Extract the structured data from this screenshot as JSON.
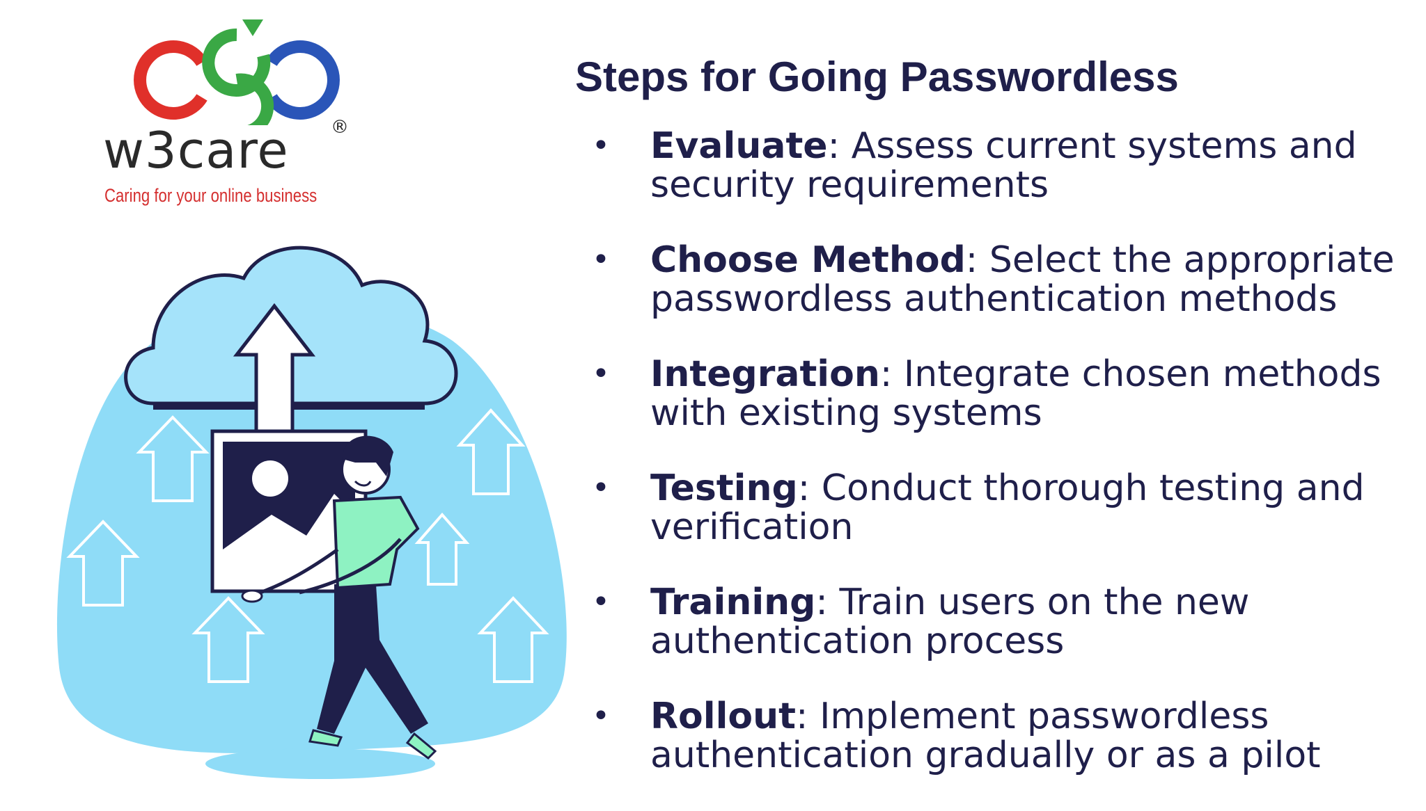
{
  "logo": {
    "brand_text": "w3care",
    "registered_mark": "®",
    "tagline": "Caring for your online business"
  },
  "title": "Steps for Going Passwordless",
  "steps": [
    {
      "term": "Evaluate",
      "description": ": Assess current systems and security requirements"
    },
    {
      "term": "Choose Method",
      "description": ": Select the appropriate passwordless authentication methods"
    },
    {
      "term": "Integration",
      "description": ": Integrate chosen methods with existing systems"
    },
    {
      "term": "Testing",
      "description": ": Conduct thorough testing and verification"
    },
    {
      "term": "Training",
      "description": ": Train users on the new authentication process"
    },
    {
      "term": "Rollout",
      "description": ": Implement passwordless authentication gradually or as a pilot"
    }
  ],
  "colors": {
    "heading": "#1f1f4a",
    "logo_red": "#e0302a",
    "logo_blue": "#2a55b8",
    "logo_green": "#3aa845",
    "tagline": "#d42e2e",
    "blob": "#8fdcf7",
    "cloud": "#a5e3fa",
    "navy": "#1f1f4a",
    "shirt": "#8ef2c2"
  },
  "icons": [
    "w3care-logo-icon",
    "cloud-upload-illustration"
  ]
}
